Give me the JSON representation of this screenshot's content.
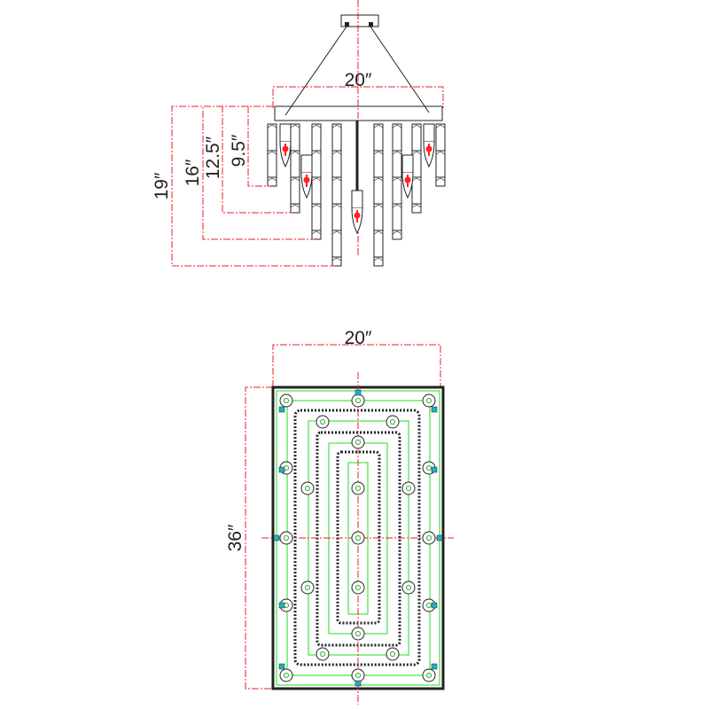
{
  "elevation_view": {
    "width_label": "20″",
    "height_labels": {
      "h1": "9.5″",
      "h2": "12.5″",
      "h3": "16″",
      "h4": "19″"
    }
  },
  "plan_view": {
    "width_label": "20″",
    "length_label": "36″"
  },
  "colors": {
    "dimension": "#e8202a",
    "outline": "#222222",
    "guide": "#22dd22",
    "bulb": "#ff2020",
    "mount": "#20b0c0"
  }
}
